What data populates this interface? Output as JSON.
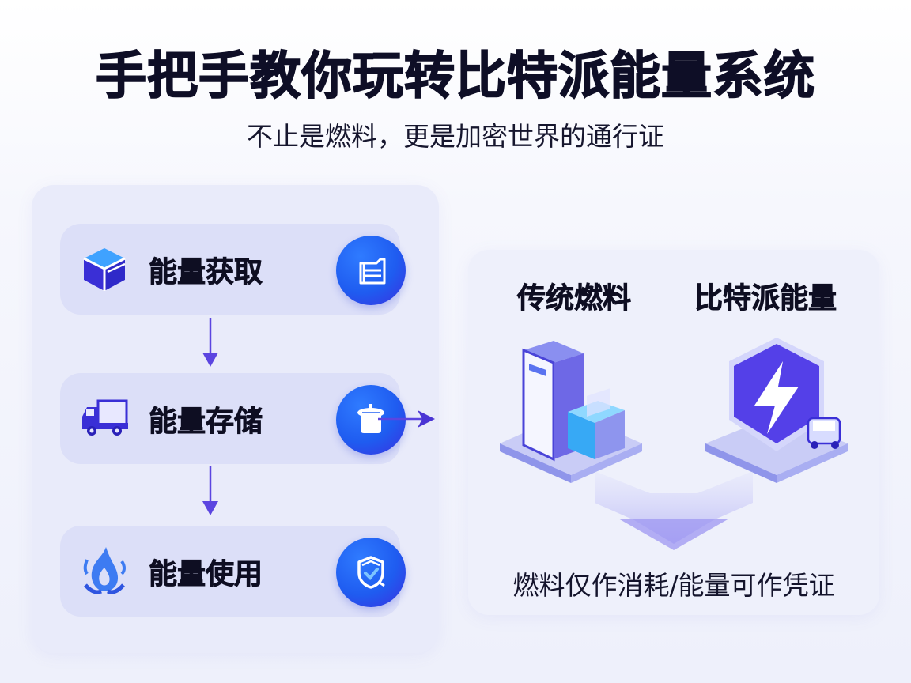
{
  "header": {
    "title": "手把手教你玩转比特派能量系统",
    "subtitle": "不止是燃料，更是加密世界的通行证"
  },
  "flow": {
    "steps": [
      {
        "label": "能量获取",
        "left_icon": "cube-icon",
        "badge_icon": "wallet-icon"
      },
      {
        "label": "能量存储",
        "left_icon": "truck-icon",
        "badge_icon": "storage-jar-icon"
      },
      {
        "label": "能量使用",
        "left_icon": "flame-icon",
        "badge_icon": "shield-check-icon"
      }
    ],
    "arrow_color": "#5b45e0"
  },
  "comparison": {
    "left": {
      "title": "传统燃料",
      "illustration": "server-tower-icon"
    },
    "right": {
      "title": "比特派能量",
      "illustration": "lightning-hexagon-icon"
    },
    "caption": "燃料仅作消耗/能量可作凭证"
  },
  "colors": {
    "accent_blue": "#1f5cf0",
    "accent_purple": "#5b45e0",
    "panel_bg": "#e9ebfa",
    "step_bg": "#dcdff8"
  }
}
